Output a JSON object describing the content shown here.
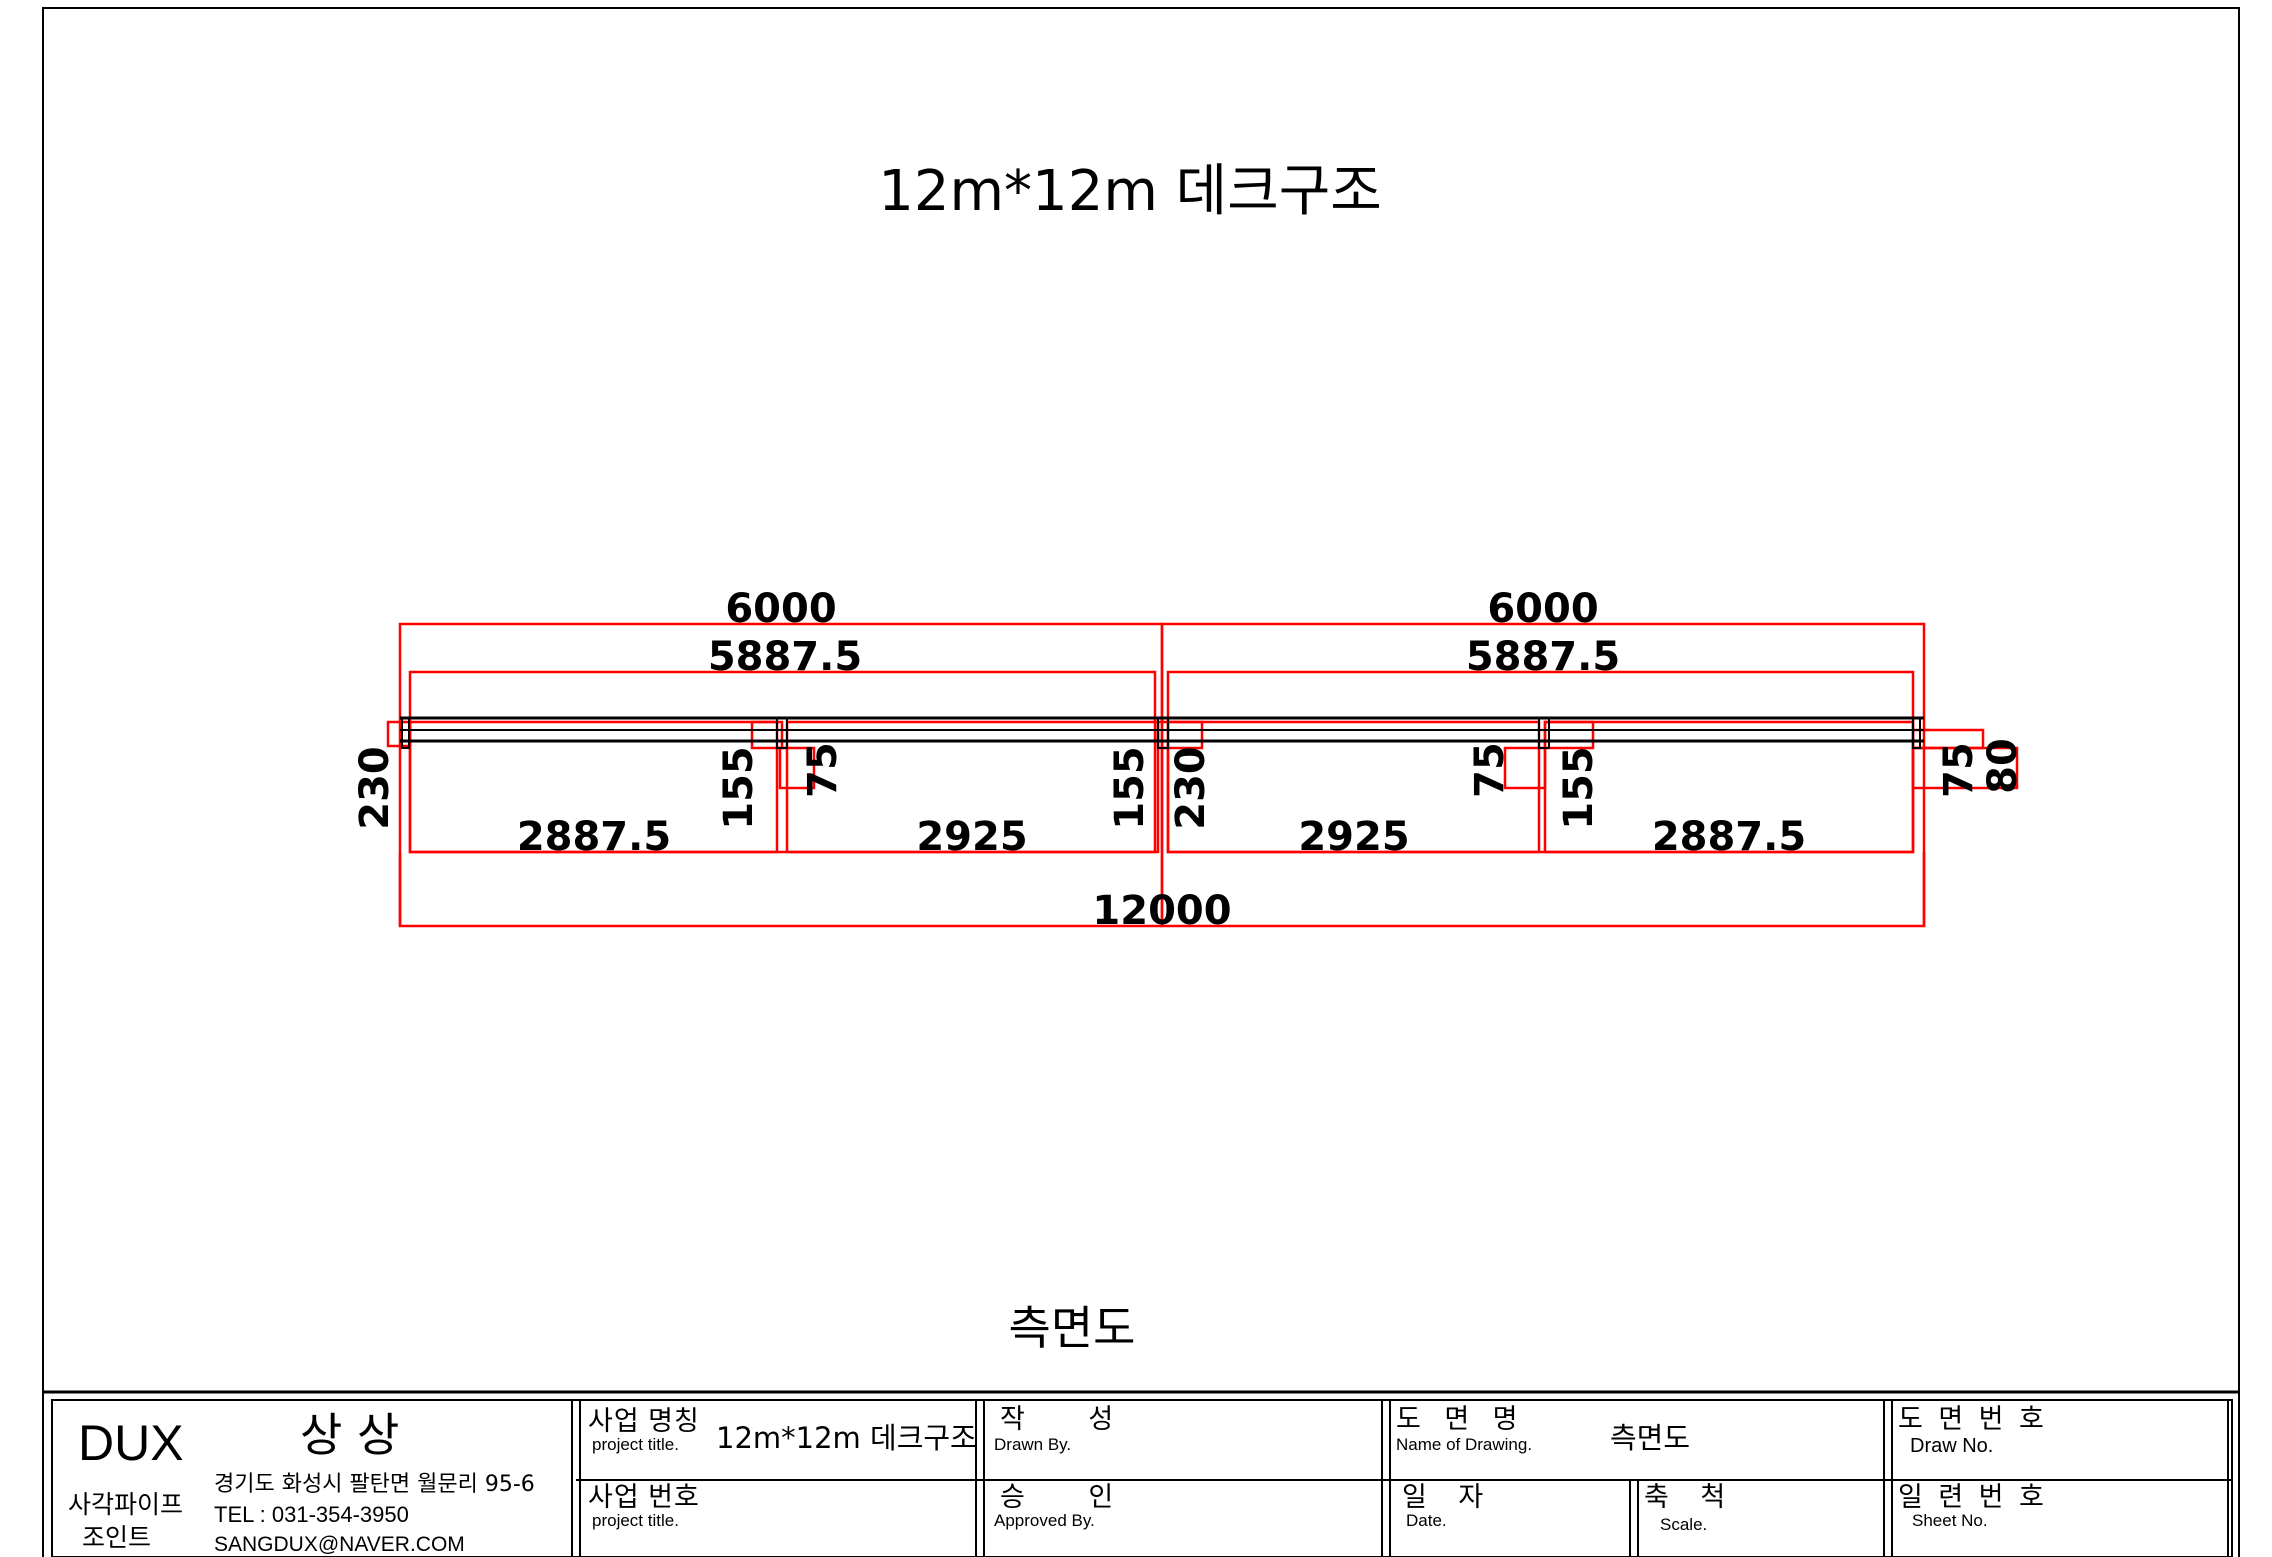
{
  "drawing": {
    "title": "12m*12m 데크구조",
    "view_caption": "측면도",
    "dimensions": {
      "top_left": "6000",
      "top_right": "6000",
      "inner_left": "5887.5",
      "inner_right": "5887.5",
      "overall": "12000",
      "spans": [
        "2887.5",
        "2925",
        "2925",
        "2887.5"
      ],
      "vertical": {
        "left_230": "230",
        "post1_155": "155",
        "post1_75": "75",
        "post2_155": "155",
        "post2_230": "230",
        "post3_75": "75",
        "post3_155": "155",
        "right_75": "75",
        "right_80": "80"
      }
    },
    "colors": {
      "dimension": "#ff0000",
      "structure": "#000000"
    }
  },
  "title_block": {
    "company": {
      "logo": "DUX",
      "name": "상 상",
      "product_line1": "사각파이프",
      "product_line2": "조인트"
    },
    "contact": {
      "address": "경기도 화성시 팔탄면 월문리 95-6",
      "tel": "TEL : 031-354-3950",
      "email": "SANGDUX@NAVER.COM"
    },
    "project_name": {
      "label_ko": "사업 명칭",
      "label_en": "project title.",
      "value": "12m*12m 데크구조"
    },
    "project_number": {
      "label_ko": "사업 번호",
      "label_en": "project title.",
      "value": ""
    },
    "drawn_by": {
      "label_ko": "작 성",
      "label_en": "Drawn By.",
      "value": ""
    },
    "approved_by": {
      "label_ko": "승 인",
      "label_en": "Approved By.",
      "value": ""
    },
    "drawing_name": {
      "label_ko": "도 면 명",
      "label_en": "Name of Drawing.",
      "value": "측면도"
    },
    "date": {
      "label_ko": "일 자",
      "label_en": "Date.",
      "value": ""
    },
    "scale": {
      "label_ko": "축 척",
      "label_en": "Scale.",
      "value": ""
    },
    "drawing_no": {
      "label_ko": "도 면 번 호",
      "label_en": "Draw No.",
      "value": ""
    },
    "sheet_no": {
      "label_ko": "일 련 번 호",
      "label_en": "Sheet No.",
      "value": ""
    }
  }
}
